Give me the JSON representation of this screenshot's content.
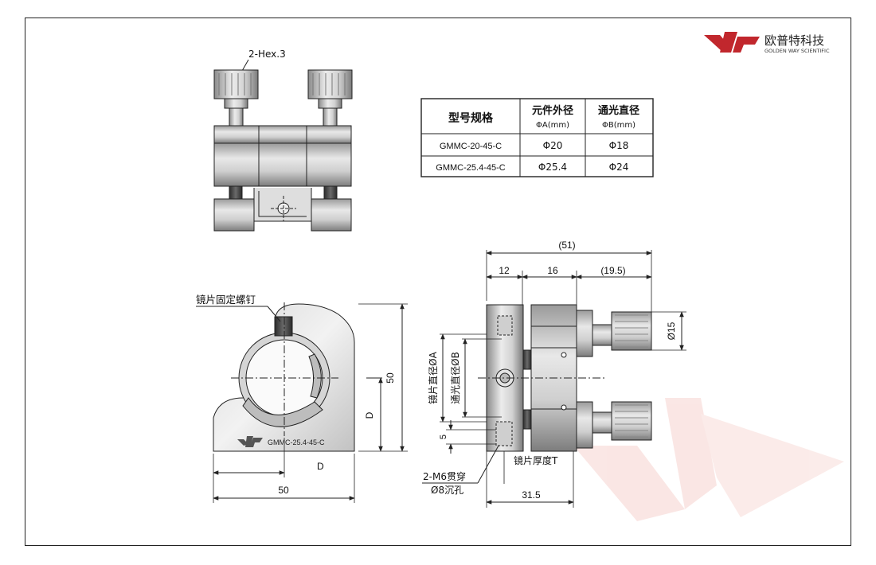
{
  "brand": {
    "name_cn": "欧普特科技",
    "name_en": "GOLDEN WAY SCIENTIFIC",
    "accent": "#c1272d",
    "watermark_color": "#f8dcd8"
  },
  "spec_table": {
    "headers": [
      {
        "main": "型号规格",
        "sub": ""
      },
      {
        "main": "元件外径",
        "sub": "ΦA(mm)"
      },
      {
        "main": "通光直径",
        "sub": "ΦB(mm)"
      }
    ],
    "rows": [
      [
        "GMMC-20-45-C",
        "Φ20",
        "Φ18"
      ],
      [
        "GMMC-25.4-45-C",
        "Φ25.4",
        "Φ24"
      ]
    ]
  },
  "labels": {
    "hex": "2-Hex.3",
    "mirror_screw": "镜片固定螺钉",
    "part_engraving": "GMMC-25.4-45-C",
    "mirror_dia_a": "镜片直径ØA",
    "clear_dia_b": "通光直径ØB",
    "thickness": "镜片厚度T",
    "m6_through": "2-M6贯穿",
    "counterbore": "Ø8沉孔"
  },
  "dimensions": {
    "overall_width": "(51)",
    "seg1": "12",
    "seg2": "16",
    "seg3": "(19.5)",
    "knob_dia": "Ø15",
    "five": "5",
    "depth": "31.5",
    "front_height": "50",
    "front_width": "50",
    "d_vertical": "D",
    "d_horizontal": "D"
  }
}
